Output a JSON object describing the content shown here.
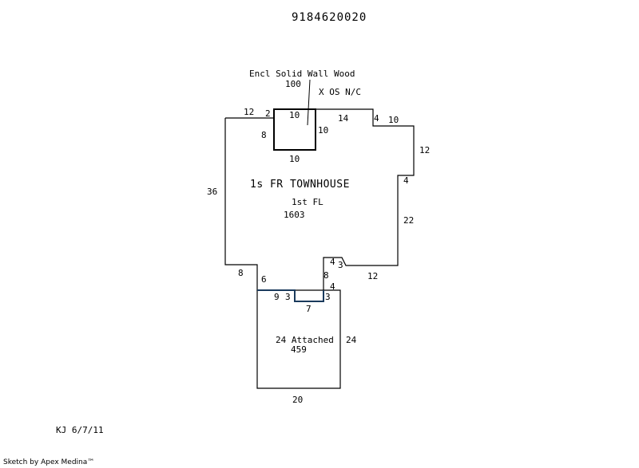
{
  "parcel_id": "9184620020",
  "callouts": {
    "encl_label": "Encl Solid Wall Wood",
    "encl_area": "100",
    "xos_label": "X OS N/C"
  },
  "main": {
    "title": "1s FR TOWNHOUSE",
    "floor": "1st FL",
    "area": "1603"
  },
  "garage": {
    "label": "24 Attached",
    "area": "459"
  },
  "dimensions": {
    "top_left_12": "12",
    "top_2": "2",
    "encl_top_10": "10",
    "top_14": "14",
    "right_4": "4",
    "right_10": "10",
    "encl_left_8": "8",
    "encl_right_10": "10",
    "encl_bottom_10": "10",
    "right_12": "12",
    "notch_4": "4",
    "left_36": "36",
    "right_22": "22",
    "step_4": "4",
    "step_3": "3",
    "left_8": "8",
    "left_6": "6",
    "step_8": "8",
    "bottom_12": "12",
    "step_4b": "4",
    "gar_9": "9",
    "gar_3a": "3",
    "gar_3b": "3",
    "gar_7": "7",
    "gar_right_24": "24",
    "gar_bottom_20": "20"
  },
  "initials_date": "KJ 6/7/11",
  "credit": "Sketch by Apex Medina™",
  "colors": {
    "line": "#000000",
    "garage_top": "#1a3a5c"
  }
}
